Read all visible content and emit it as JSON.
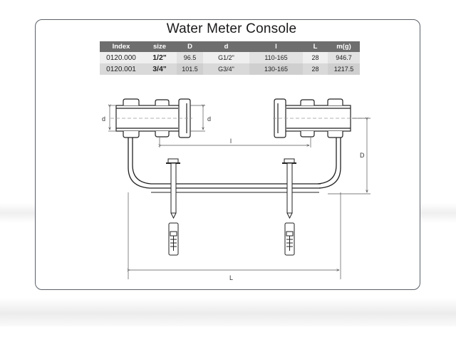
{
  "title": "Water Meter Console",
  "table": {
    "headers": [
      "Index",
      "size",
      "D",
      "d",
      "l",
      "L",
      "m(g)"
    ],
    "rows": [
      {
        "index": "0120.000",
        "size": "1/2\"",
        "D": "96.5",
        "d": "G1/2\"",
        "l": "110-165",
        "L": "28",
        "m": "946.7"
      },
      {
        "index": "0120.001",
        "size": "3/4\"",
        "D": "101.5",
        "d": "G3/4\"",
        "l": "130-165",
        "L": "28",
        "m": "1217.5"
      }
    ]
  },
  "drawing": {
    "labels": {
      "d_left": "d",
      "d_inner": "d",
      "l": "l",
      "D": "D",
      "L": "L"
    }
  },
  "colors": {
    "header_bg": "#6e6e6e",
    "row_light": "#efefef",
    "row_dark": "#d9d9d9",
    "border": "#5b6168"
  }
}
